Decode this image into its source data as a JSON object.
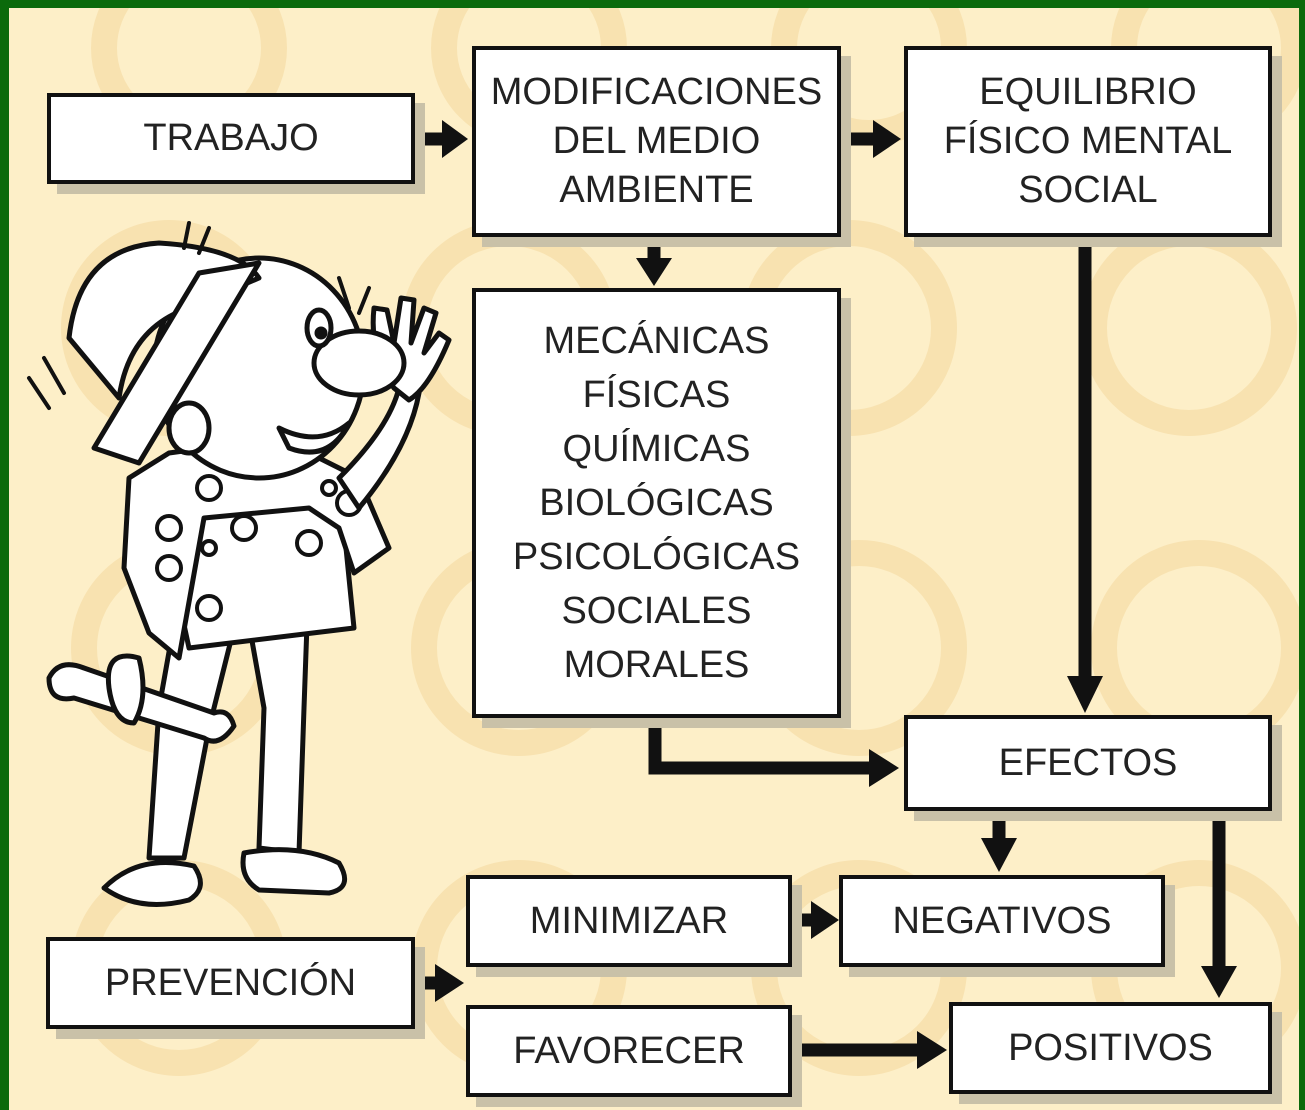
{
  "colors": {
    "frame": "#0b6a0b",
    "background": "#fdefc8",
    "watermark": "#f8e2b0",
    "box_fill": "#ffffff",
    "box_border": "#111111",
    "arrow": "#111111"
  },
  "nodes": {
    "trabajo": "TRABAJO",
    "modificaciones": [
      "MODIFICACIONES",
      "DEL MEDIO",
      "AMBIENTE"
    ],
    "equilibrio": [
      "EQUILIBRIO",
      "FÍSICO MENTAL",
      "SOCIAL"
    ],
    "factores": [
      "MECÁNICAS",
      "FÍSICAS",
      "QUÍMICAS",
      "BIOLÓGICAS",
      "PSICOLÓGICAS",
      "SOCIALES",
      "MORALES"
    ],
    "efectos": "EFECTOS",
    "minimizar": "MINIMIZAR",
    "negativos": "NEGATIVOS",
    "prevencion": "PREVENCIÓN",
    "favorecer": "FAVORECER",
    "positivos": "POSITIVOS"
  },
  "edges": [
    [
      "trabajo",
      "modificaciones"
    ],
    [
      "modificaciones",
      "equilibrio"
    ],
    [
      "modificaciones",
      "factores"
    ],
    [
      "factores",
      "efectos"
    ],
    [
      "equilibrio",
      "efectos"
    ],
    [
      "efectos",
      "negativos"
    ],
    [
      "efectos",
      "positivos"
    ],
    [
      "minimizar",
      "negativos"
    ],
    [
      "prevencion",
      "minimizar-favorecer"
    ],
    [
      "favorecer",
      "positivos"
    ]
  ],
  "illustration": "cartoon-worker-with-welding-mask-and-wrench"
}
